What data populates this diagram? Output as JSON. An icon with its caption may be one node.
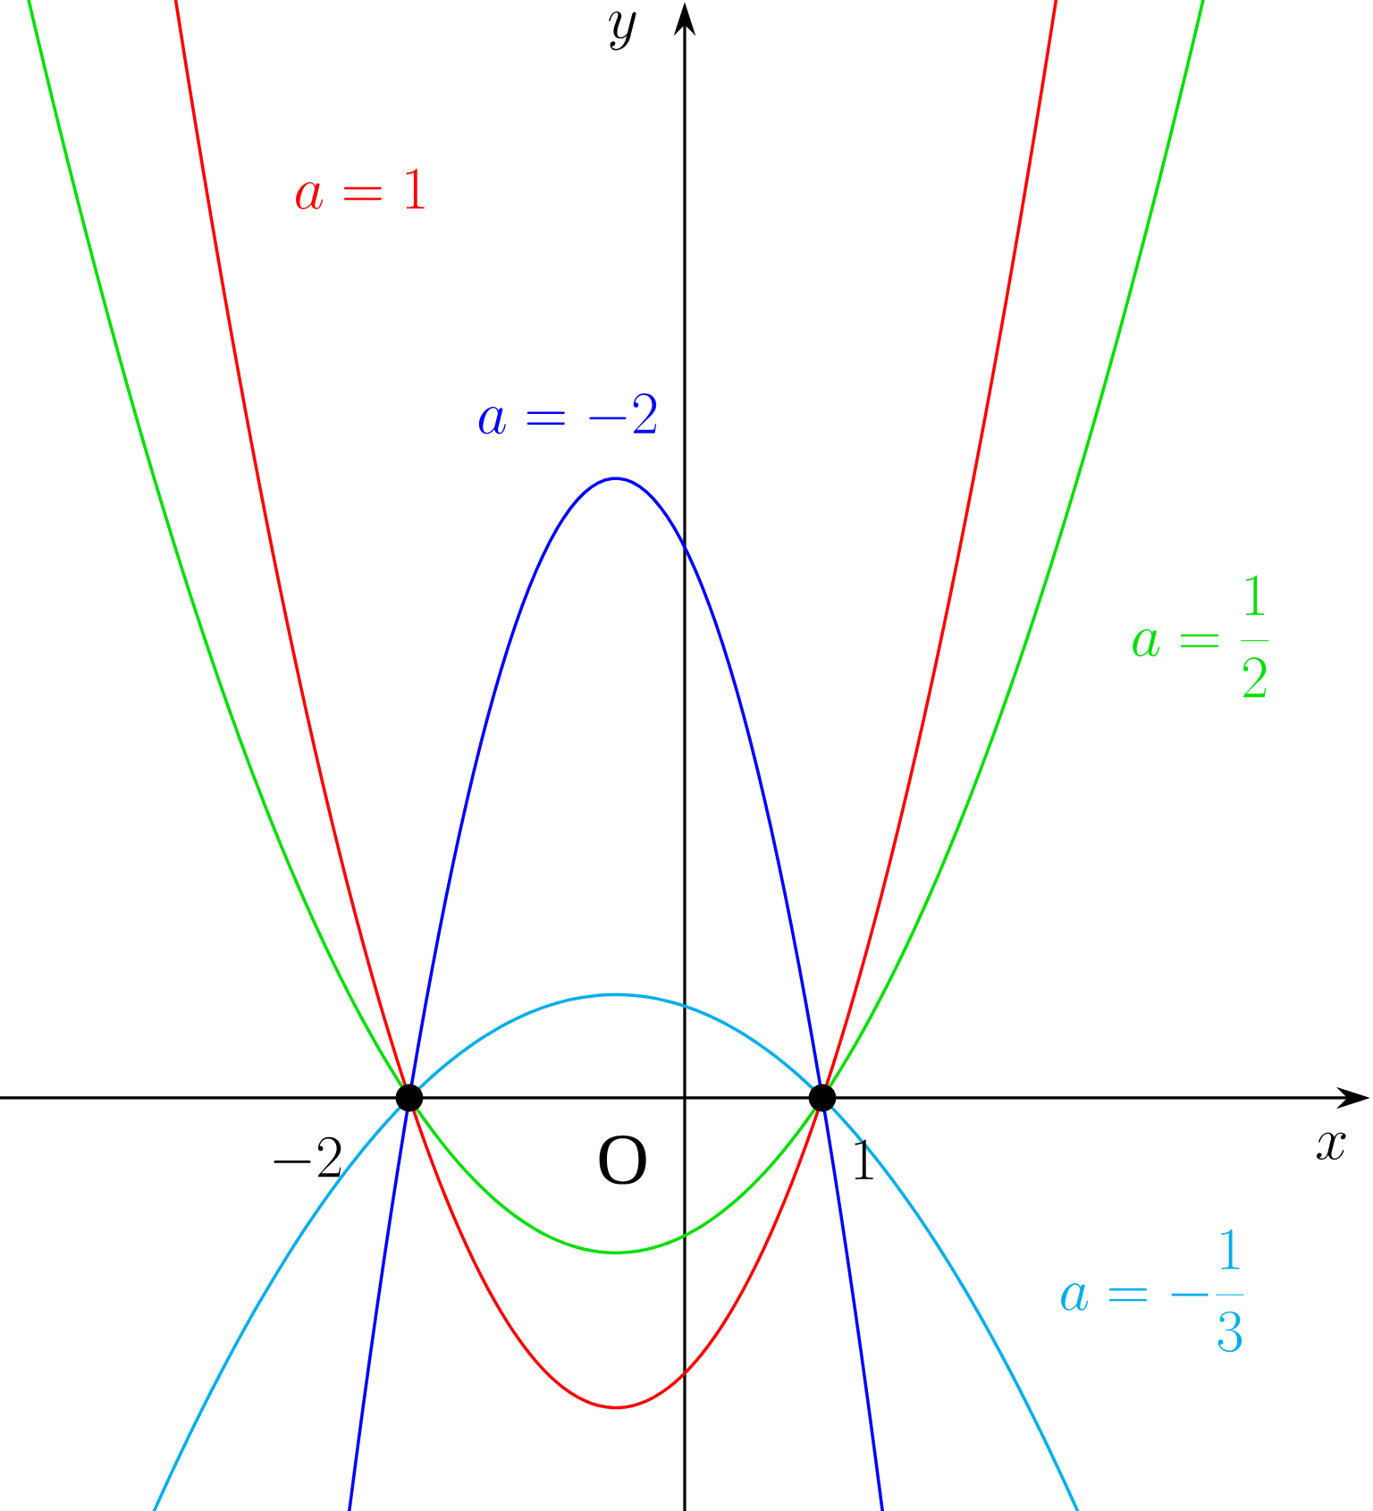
{
  "diagram": {
    "labels": [
      "y",
      "a = 1",
      "a = -2",
      "a = \\frac{1}{2}",
      "-2",
      "O",
      "1",
      "x",
      "a = -\\frac{1}{3}"
    ]
  }
}
